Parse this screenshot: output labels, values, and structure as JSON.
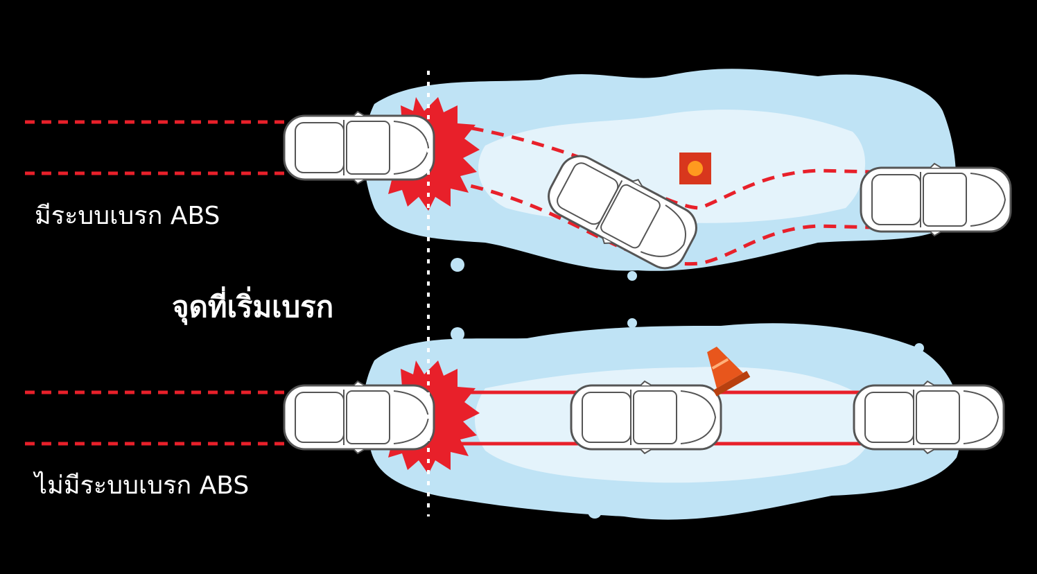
{
  "labels": {
    "with_abs": "มีระบบเบรก ABS",
    "brake_point": "จุดที่เริ่มเบรก",
    "without_abs": "ไม่มีระบบเบรก ABS"
  },
  "colors": {
    "background": "#000000",
    "water": "#bfe3f5",
    "water_light": "#e4f3fb",
    "trail": "#e8202a",
    "burst": "#e8202a",
    "car_body": "#ffffff",
    "car_outline": "#555555",
    "obstacle_box": "#d8371d",
    "obstacle_dot": "#ff9a1f",
    "cone": "#e8561c"
  },
  "icons": {
    "obstacle_top": "square-hazard-icon",
    "obstacle_bottom": "traffic-cone-icon"
  }
}
